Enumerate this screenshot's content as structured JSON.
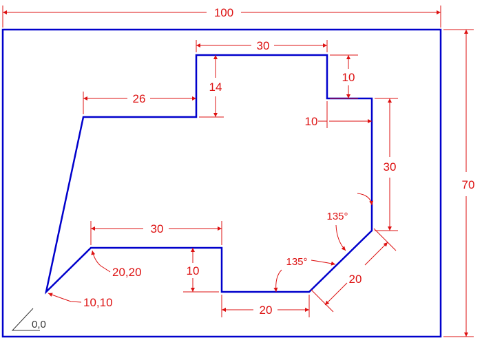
{
  "colors": {
    "outline": "#0000CC",
    "dimension": "#DD1111",
    "origin": "#333333",
    "background": "#FFFFFF"
  },
  "dimensions": {
    "overall_width": "100",
    "overall_height": "70",
    "top_width": "30",
    "notch_depth": "10",
    "top_step": "14",
    "left_ledge": "26",
    "notch_width": "10",
    "right_height": "30",
    "bottom_ledge": "30",
    "bottom_step": "10",
    "bottom_width": "20",
    "chamfer_length": "20"
  },
  "angles": {
    "upper": "135°",
    "lower": "135°"
  },
  "coordinates": {
    "point_a": "20,20",
    "point_b": "10,10",
    "origin": "0,0"
  }
}
